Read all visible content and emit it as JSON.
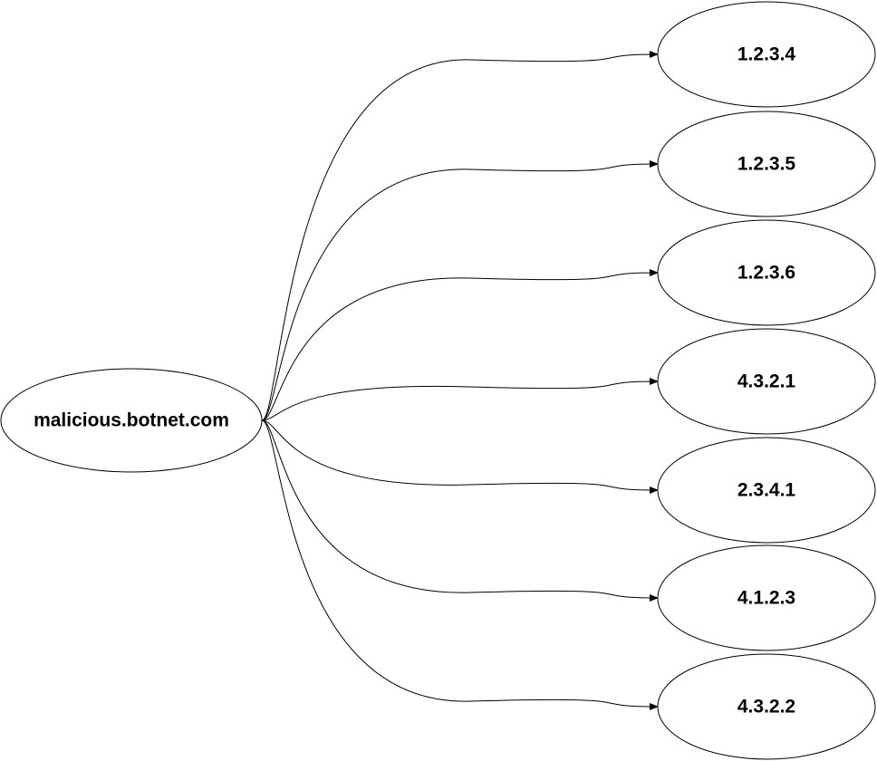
{
  "source_node": {
    "label": "malicious.botnet.com"
  },
  "target_nodes": [
    {
      "label": "1.2.3.4"
    },
    {
      "label": "1.2.3.5"
    },
    {
      "label": "1.2.3.6"
    },
    {
      "label": "4.3.2.1"
    },
    {
      "label": "2.3.4.1"
    },
    {
      "label": "4.1.2.3"
    },
    {
      "label": "4.3.2.2"
    }
  ],
  "edges": [
    {
      "from": "malicious.botnet.com",
      "to": "1.2.3.4"
    },
    {
      "from": "malicious.botnet.com",
      "to": "1.2.3.5"
    },
    {
      "from": "malicious.botnet.com",
      "to": "1.2.3.6"
    },
    {
      "from": "malicious.botnet.com",
      "to": "4.3.2.1"
    },
    {
      "from": "malicious.botnet.com",
      "to": "2.3.4.1"
    },
    {
      "from": "malicious.botnet.com",
      "to": "4.1.2.3"
    },
    {
      "from": "malicious.botnet.com",
      "to": "4.3.2.2"
    }
  ],
  "colors": {
    "stroke": "#000000",
    "fill": "#ffffff",
    "background": "#ffffff"
  }
}
